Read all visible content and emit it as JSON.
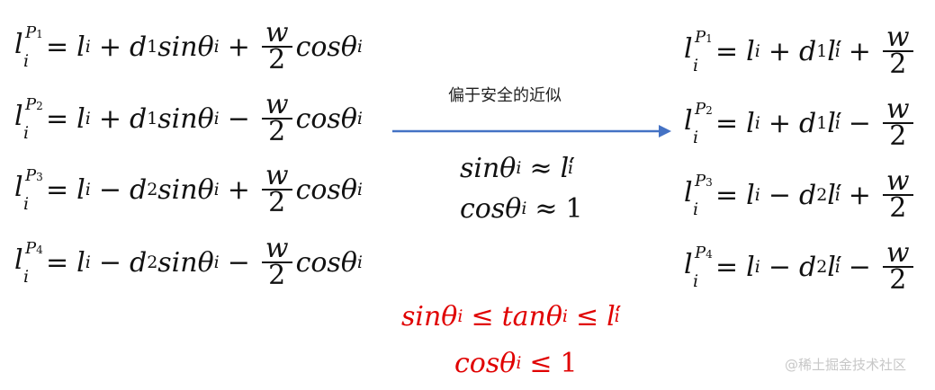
{
  "left_equations": [
    {
      "point": "P",
      "index": "1",
      "sign1": "+",
      "d": "d",
      "d_sub": "1",
      "sign2": "+"
    },
    {
      "point": "P",
      "index": "2",
      "sign1": "+",
      "d": "d",
      "d_sub": "1",
      "sign2": "−"
    },
    {
      "point": "P",
      "index": "3",
      "sign1": "−",
      "d": "d",
      "d_sub": "2",
      "sign2": "+"
    },
    {
      "point": "P",
      "index": "4",
      "sign1": "−",
      "d": "d",
      "d_sub": "2",
      "sign2": "−"
    }
  ],
  "right_equations": [
    {
      "point": "P",
      "index": "1",
      "sign1": "+",
      "d": "d",
      "d_sub": "1",
      "sign2": "+"
    },
    {
      "point": "P",
      "index": "2",
      "sign1": "+",
      "d": "d",
      "d_sub": "1",
      "sign2": "−"
    },
    {
      "point": "P",
      "index": "3",
      "sign1": "−",
      "d": "d",
      "d_sub": "2",
      "sign2": "+"
    },
    {
      "point": "P",
      "index": "4",
      "sign1": "−",
      "d": "d",
      "d_sub": "2",
      "sign2": "−"
    }
  ],
  "symbols": {
    "l": "l",
    "i": "i",
    "eq": "=",
    "sin": "sinθ",
    "cos": "cosθ",
    "w": "w",
    "two": "2",
    "prime": "′",
    "approx": "≈",
    "le": "≤",
    "one": "1",
    "tan": "tanθ"
  },
  "center": {
    "label": "偏于安全的近似"
  },
  "watermark": "@稀土掘金技术社区",
  "colors": {
    "arrow": "#4472c4",
    "red": "#e00000"
  }
}
